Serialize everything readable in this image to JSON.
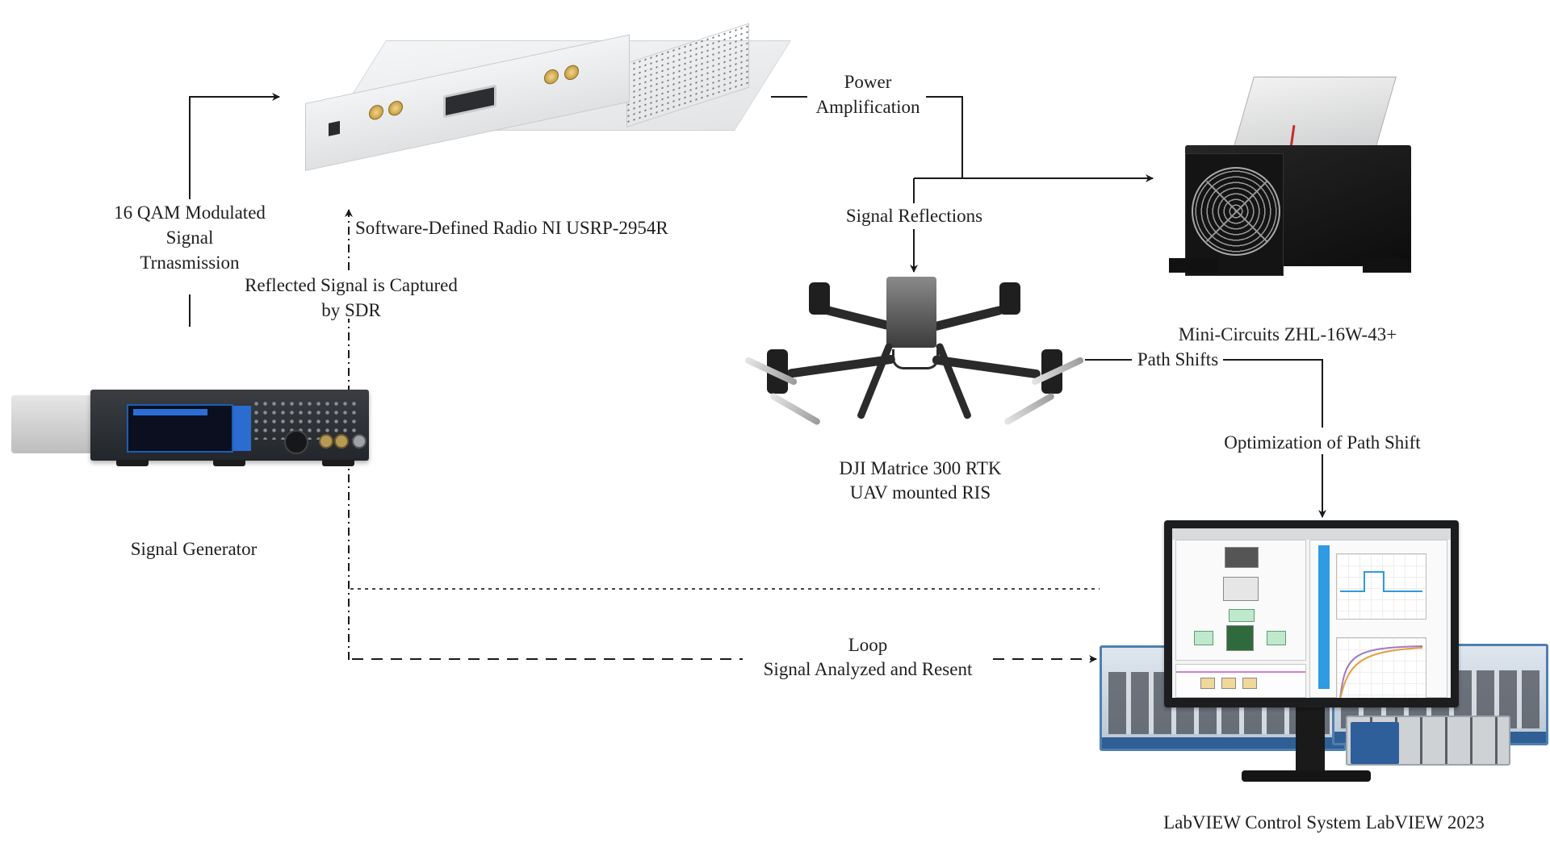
{
  "diagram": {
    "title": "UAV-mounted RIS signal path setup",
    "components": {
      "signal_generator": {
        "caption": "Signal Generator"
      },
      "sdr": {
        "caption": "Software-Defined Radio NI USRP-2954R"
      },
      "amplifier": {
        "caption": "Mini-Circuits ZHL-16W-43+"
      },
      "drone": {
        "caption_lines": [
          "DJI Matrice 300 RTK",
          "UAV mounted RIS"
        ]
      },
      "labview": {
        "caption": "LabVIEW Control System LabVIEW 2023"
      }
    },
    "edges": {
      "transmission": {
        "lines": [
          "16 QAM Modulated",
          "Signal",
          "Trnasmission"
        ],
        "style": "solid"
      },
      "captured": {
        "lines": [
          "Reflected Signal is Captured",
          "by SDR"
        ],
        "style": "dash-dot"
      },
      "power_amp": {
        "lines": [
          "Power",
          "Amplification"
        ],
        "style": "solid"
      },
      "reflections": {
        "label": "Signal Reflections",
        "style": "solid"
      },
      "path_shifts": {
        "label": "Path Shifts",
        "style": "solid"
      },
      "optimization": {
        "label": "Optimization of Path Shift",
        "style": "solid"
      },
      "loop": {
        "lines": [
          "Loop",
          "Signal Analyzed and Resent"
        ],
        "style": "dashed"
      },
      "feedback": {
        "style": "dotted"
      }
    },
    "colors": {
      "line": "#1a1a1a",
      "labview_blue": "#2f9be0",
      "pxi_blue": "#4f7fb0"
    }
  }
}
